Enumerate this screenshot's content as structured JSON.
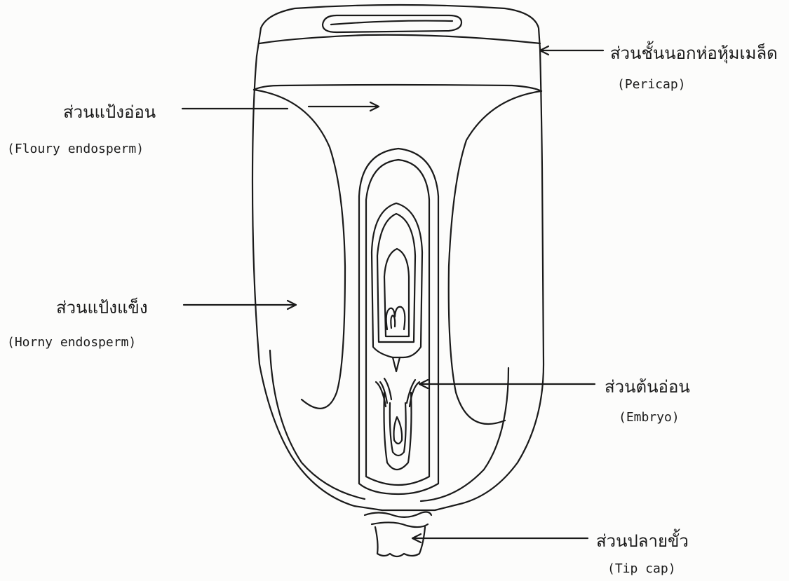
{
  "colors": {
    "ink": "#1a1a1a",
    "paper": "#fcfcfb"
  },
  "labels": {
    "pericarp": {
      "thai": "ส่วนชั้นนอกห่อหุ้มเมล็ด",
      "english": "(Pericap)"
    },
    "floury": {
      "thai": "ส่วนแป้งอ่อน",
      "english": "(Floury endosperm)"
    },
    "horny": {
      "thai": "ส่วนแป้งแข็ง",
      "english": "(Horny endosperm)"
    },
    "embryo": {
      "thai": "ส่วนต้นอ่อน",
      "english": "(Embryo)"
    },
    "tipcap": {
      "thai": "ส่วนปลายขั้ว",
      "english": "(Tip cap)"
    }
  }
}
